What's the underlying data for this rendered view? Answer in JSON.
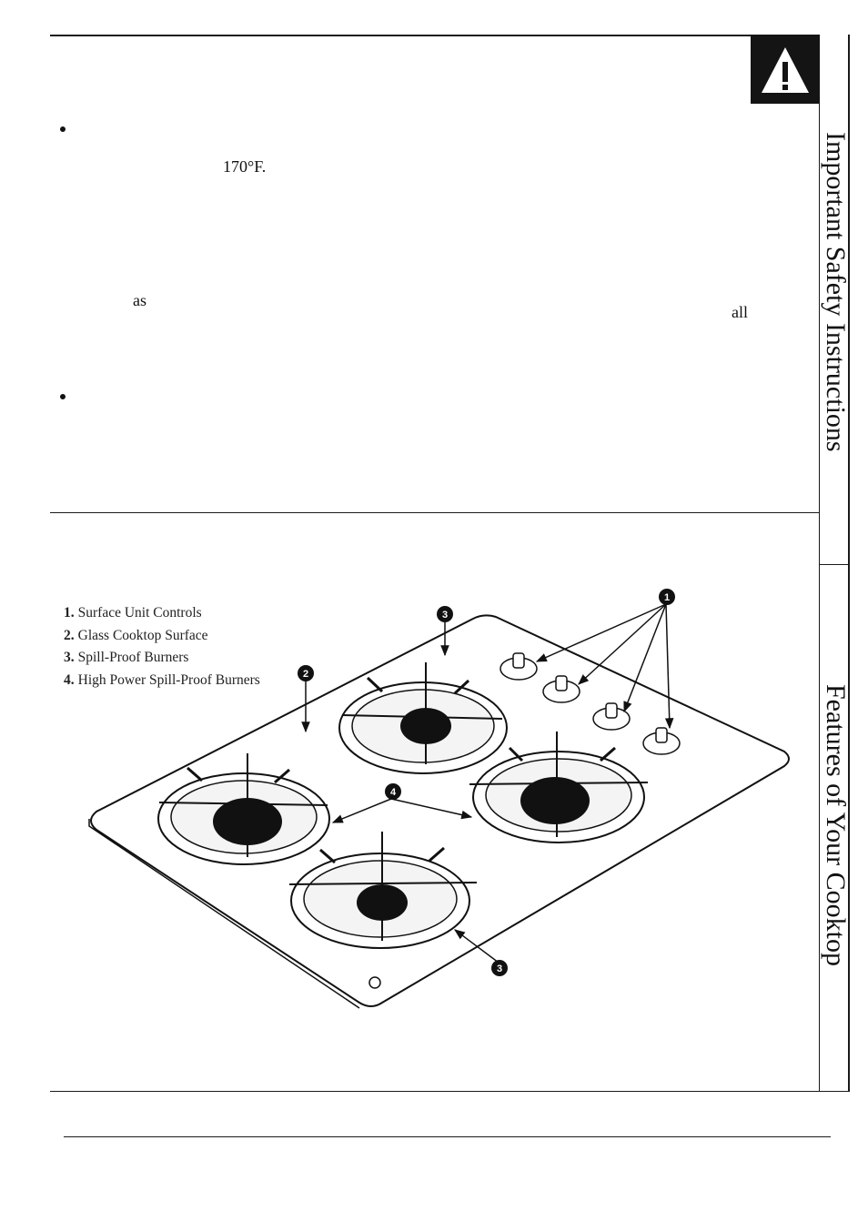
{
  "fragments": {
    "temp": "170°F.",
    "as": "as",
    "all": "all"
  },
  "sidebar": {
    "section1_title": "Important Safety Instructions",
    "section2_title": "Features of Your Cooktop"
  },
  "legend": [
    {
      "num": "1.",
      "label": "Surface Unit Controls"
    },
    {
      "num": "2.",
      "label": "Glass Cooktop Surface"
    },
    {
      "num": "3.",
      "label": "Spill-Proof Burners"
    },
    {
      "num": "4.",
      "label": "High Power Spill-Proof Burners"
    }
  ],
  "callouts": {
    "one": "1",
    "two": "2",
    "three_top": "3",
    "three_bottom": "3",
    "four": "4"
  },
  "warning_icon": "exclamation-triangle-icon"
}
